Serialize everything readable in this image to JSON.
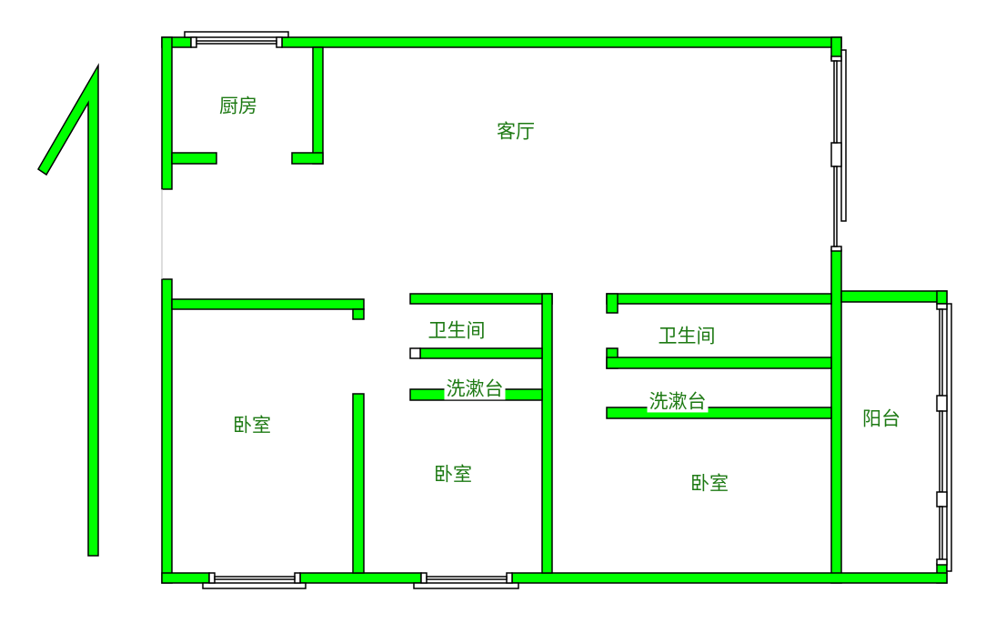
{
  "colors": {
    "wall": "#00ff00",
    "label": "#1e7a14"
  },
  "rooms": {
    "kitchen": "厨房",
    "living_room": "客厅",
    "bathroom_1": "卫生间",
    "bathroom_2": "卫生间",
    "washbasin_1": "洗漱台",
    "washbasin_2": "洗漱台",
    "bedroom_1": "卧室",
    "bedroom_2": "卧室",
    "bedroom_3": "卧室",
    "balcony": "阳台"
  }
}
